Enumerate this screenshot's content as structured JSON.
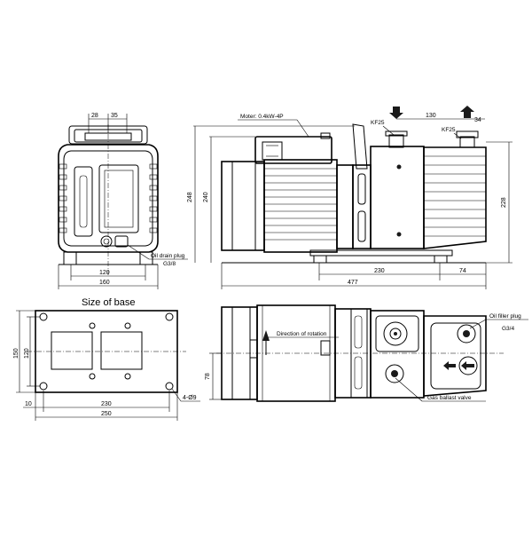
{
  "front_view": {
    "dims": {
      "top_left": "28",
      "top_right": "35",
      "base_mount": "120",
      "base_width": "160"
    },
    "labels": {
      "oil_drain_plug": "Oil drain plug",
      "oil_drain_thread": "G3/8"
    }
  },
  "side_view": {
    "labels": {
      "motor": "Moter: 0.4kW-4P",
      "inlet": "KF25",
      "outlet": "KF25"
    },
    "dims": {
      "top_spacing": "130",
      "top_right": "34",
      "height_overall": "248",
      "height_body": "240",
      "height_right": "228",
      "base_mount": "230",
      "base_offset": "74",
      "length_overall": "477"
    }
  },
  "base_view": {
    "title": "Size of base",
    "dims": {
      "height_outer": "150",
      "height_mount": "120",
      "left_offset": "10",
      "length_mount": "230",
      "length_outer": "250",
      "holes": "4-Ø9"
    }
  },
  "top_view": {
    "labels": {
      "rotation": "Direction of rotation",
      "oil_filler_plug": "Oil filler plug",
      "oil_filler_thread": "G3/4",
      "gas_ballast": "Gas ballast valve"
    },
    "dims": {
      "side_offset": "78"
    }
  }
}
